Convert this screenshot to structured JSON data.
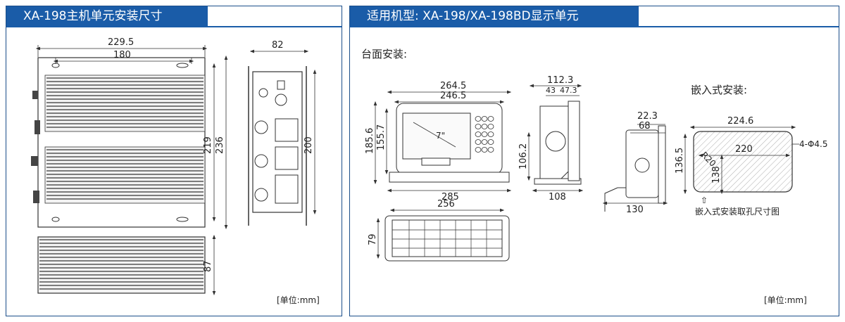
{
  "left_panel": {
    "title": "XA-198主机单元安装尺寸",
    "dims": {
      "width_outer": "229.5",
      "width_inner": "180",
      "side_width": "82",
      "height_a": "219",
      "height_b": "236",
      "side_height": "200",
      "bottom_height": "87"
    },
    "unit_note": "[单位:mm]"
  },
  "right_panel": {
    "title": "适用机型: XA-198/XA-198BD显示单元",
    "desk_mount_label": "台面安装:",
    "flush_mount_label": "嵌入式安装:",
    "screen_size": "7\"",
    "dims": {
      "front_outer": "264.5",
      "front_inner": "246.5",
      "front_h_outer": "185.6",
      "front_h_inner": "155.7",
      "base_width": "285",
      "side_depth": "112.3",
      "side_a": "43",
      "side_b": "47.3",
      "side_h": "106.2",
      "side_base": "108",
      "top_width": "256",
      "top_depth": "79",
      "flush_side_a": "22.3",
      "flush_side_b": "68",
      "flush_side_depth": "130",
      "cut_w_outer": "224.6",
      "cut_w_inner": "220",
      "cut_h_outer": "136.5",
      "cut_h_inner": "138",
      "cut_radius": "R20",
      "holes": "4-Φ4.5"
    },
    "cutout_caption": "嵌入式安装取孔尺寸图",
    "unit_note": "[单位:mm]"
  },
  "colors": {
    "header": "#1a5ca8",
    "line": "#333333",
    "hatch": "#b0b0b0"
  }
}
